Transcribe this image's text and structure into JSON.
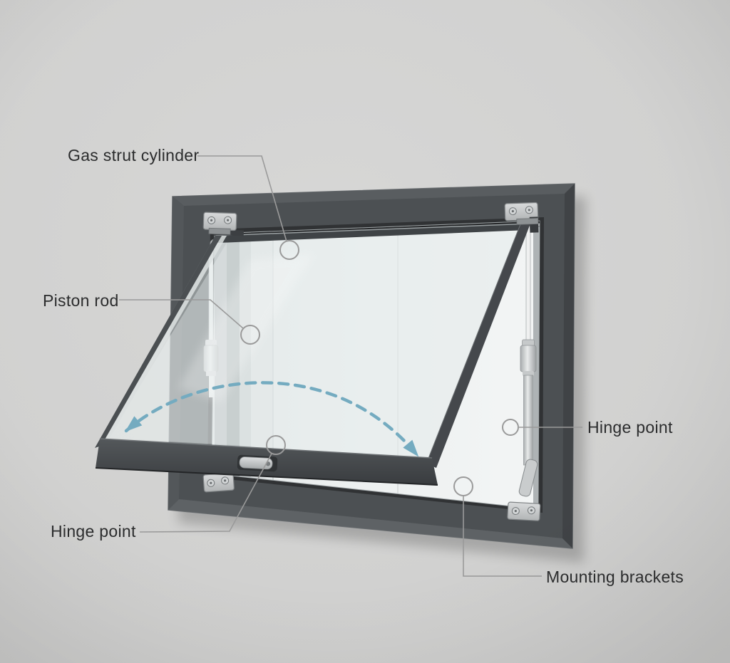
{
  "callouts": [
    {
      "id": "gas-strut-cylinder",
      "label": "Gas strut cylinder"
    },
    {
      "id": "piston-rod",
      "label": "Piston rod"
    },
    {
      "id": "hinge-point-right",
      "label": "Hinge point"
    },
    {
      "id": "hinge-point-left",
      "label": "Hinge point"
    },
    {
      "id": "mounting-brackets",
      "label": "Mounting brackets"
    }
  ],
  "parts": [
    "window-frame",
    "window-sash",
    "glass-pane",
    "gas-strut-left",
    "gas-strut-right",
    "hinge-bracket-top-left",
    "hinge-bracket-top-right",
    "hinge-bracket-bottom-left",
    "mounting-bracket-bottom-right",
    "window-handle",
    "motion-arc-arrow"
  ],
  "colors": {
    "background": "#d2d2d1",
    "wall_light": "#d7d7d6",
    "wall_dark": "#c8c8c7",
    "frame_face": "#4c5053",
    "frame_light": "#5d6164",
    "frame_dark": "#303234",
    "glass": "#eef1f1",
    "glass_tint": "#e2e8e9",
    "metal": "#ccd0d1",
    "annotation_line": "#9a9a9a",
    "label_text": "#2b2c2d",
    "motion_arrow": "#74abc0"
  }
}
